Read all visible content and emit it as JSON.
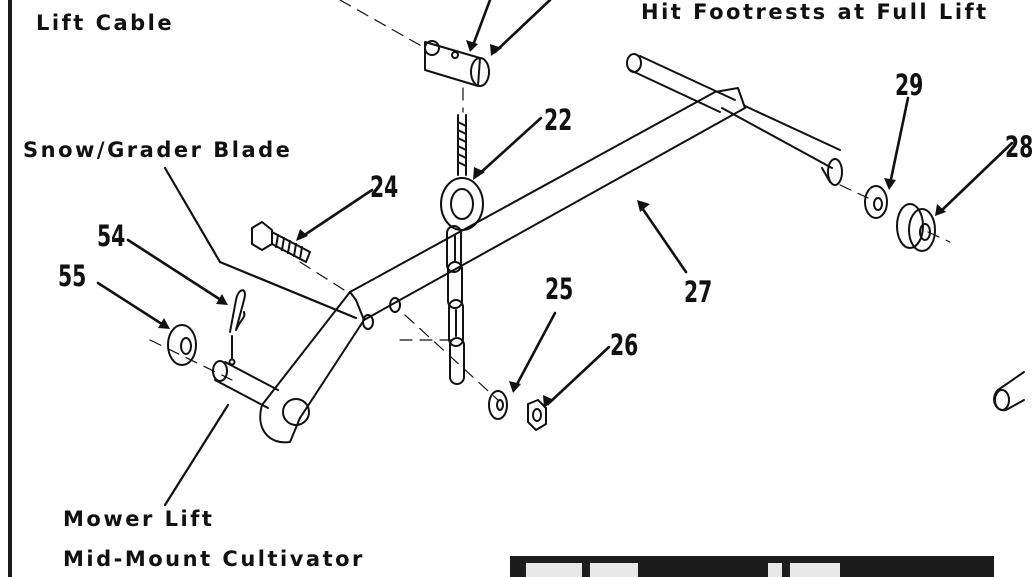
{
  "labels": {
    "lift_cable": "Lift Cable",
    "footrests": "Hit Footrests at Full Lift",
    "snow_grader": "Snow/Grader Blade",
    "mower_lift": "Mower Lift",
    "cultivator": "Mid-Mount Cultivator"
  },
  "callouts": {
    "n22": "22",
    "n24": "24",
    "n25": "25",
    "n26": "26",
    "n27": "27",
    "n28": "28",
    "n29": "29",
    "n54": "54",
    "n55": "55"
  },
  "colors": {
    "ink": "#111111",
    "paper": "#ffffff",
    "bar": "#1c1c1c"
  }
}
